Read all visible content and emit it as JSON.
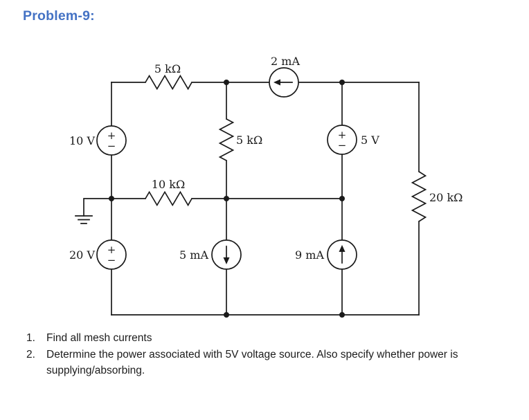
{
  "title": "Problem-9:",
  "colors": {
    "accent": "#4472C4",
    "ink": "#1a1a1a"
  },
  "circuit": {
    "resistors": [
      {
        "name": "top-left-horizontal",
        "label": "5 kΩ"
      },
      {
        "name": "middle-vertical",
        "label": "5 kΩ"
      },
      {
        "name": "middle-horizontal",
        "label": "10 kΩ"
      },
      {
        "name": "right-vertical",
        "label": "20 kΩ"
      }
    ],
    "voltage_sources": [
      {
        "name": "upper-left",
        "label": "10 V",
        "plus": "+",
        "minus": "−"
      },
      {
        "name": "lower-left",
        "label": "20 V",
        "plus": "+",
        "minus": "−"
      },
      {
        "name": "right-branch",
        "label": "5 V",
        "plus": "+",
        "minus": "−"
      }
    ],
    "current_sources": [
      {
        "name": "top",
        "label": "2 mA",
        "direction": "left"
      },
      {
        "name": "bottom-middle",
        "label": "5 mA",
        "direction": "down"
      },
      {
        "name": "bottom-right",
        "label": "9 mA",
        "direction": "up"
      }
    ]
  },
  "questions": [
    {
      "number": "1.",
      "text": "Find all mesh currents"
    },
    {
      "number": "2.",
      "text": "Determine the power associated with 5V voltage source. Also specify whether power is supplying/absorbing."
    }
  ]
}
